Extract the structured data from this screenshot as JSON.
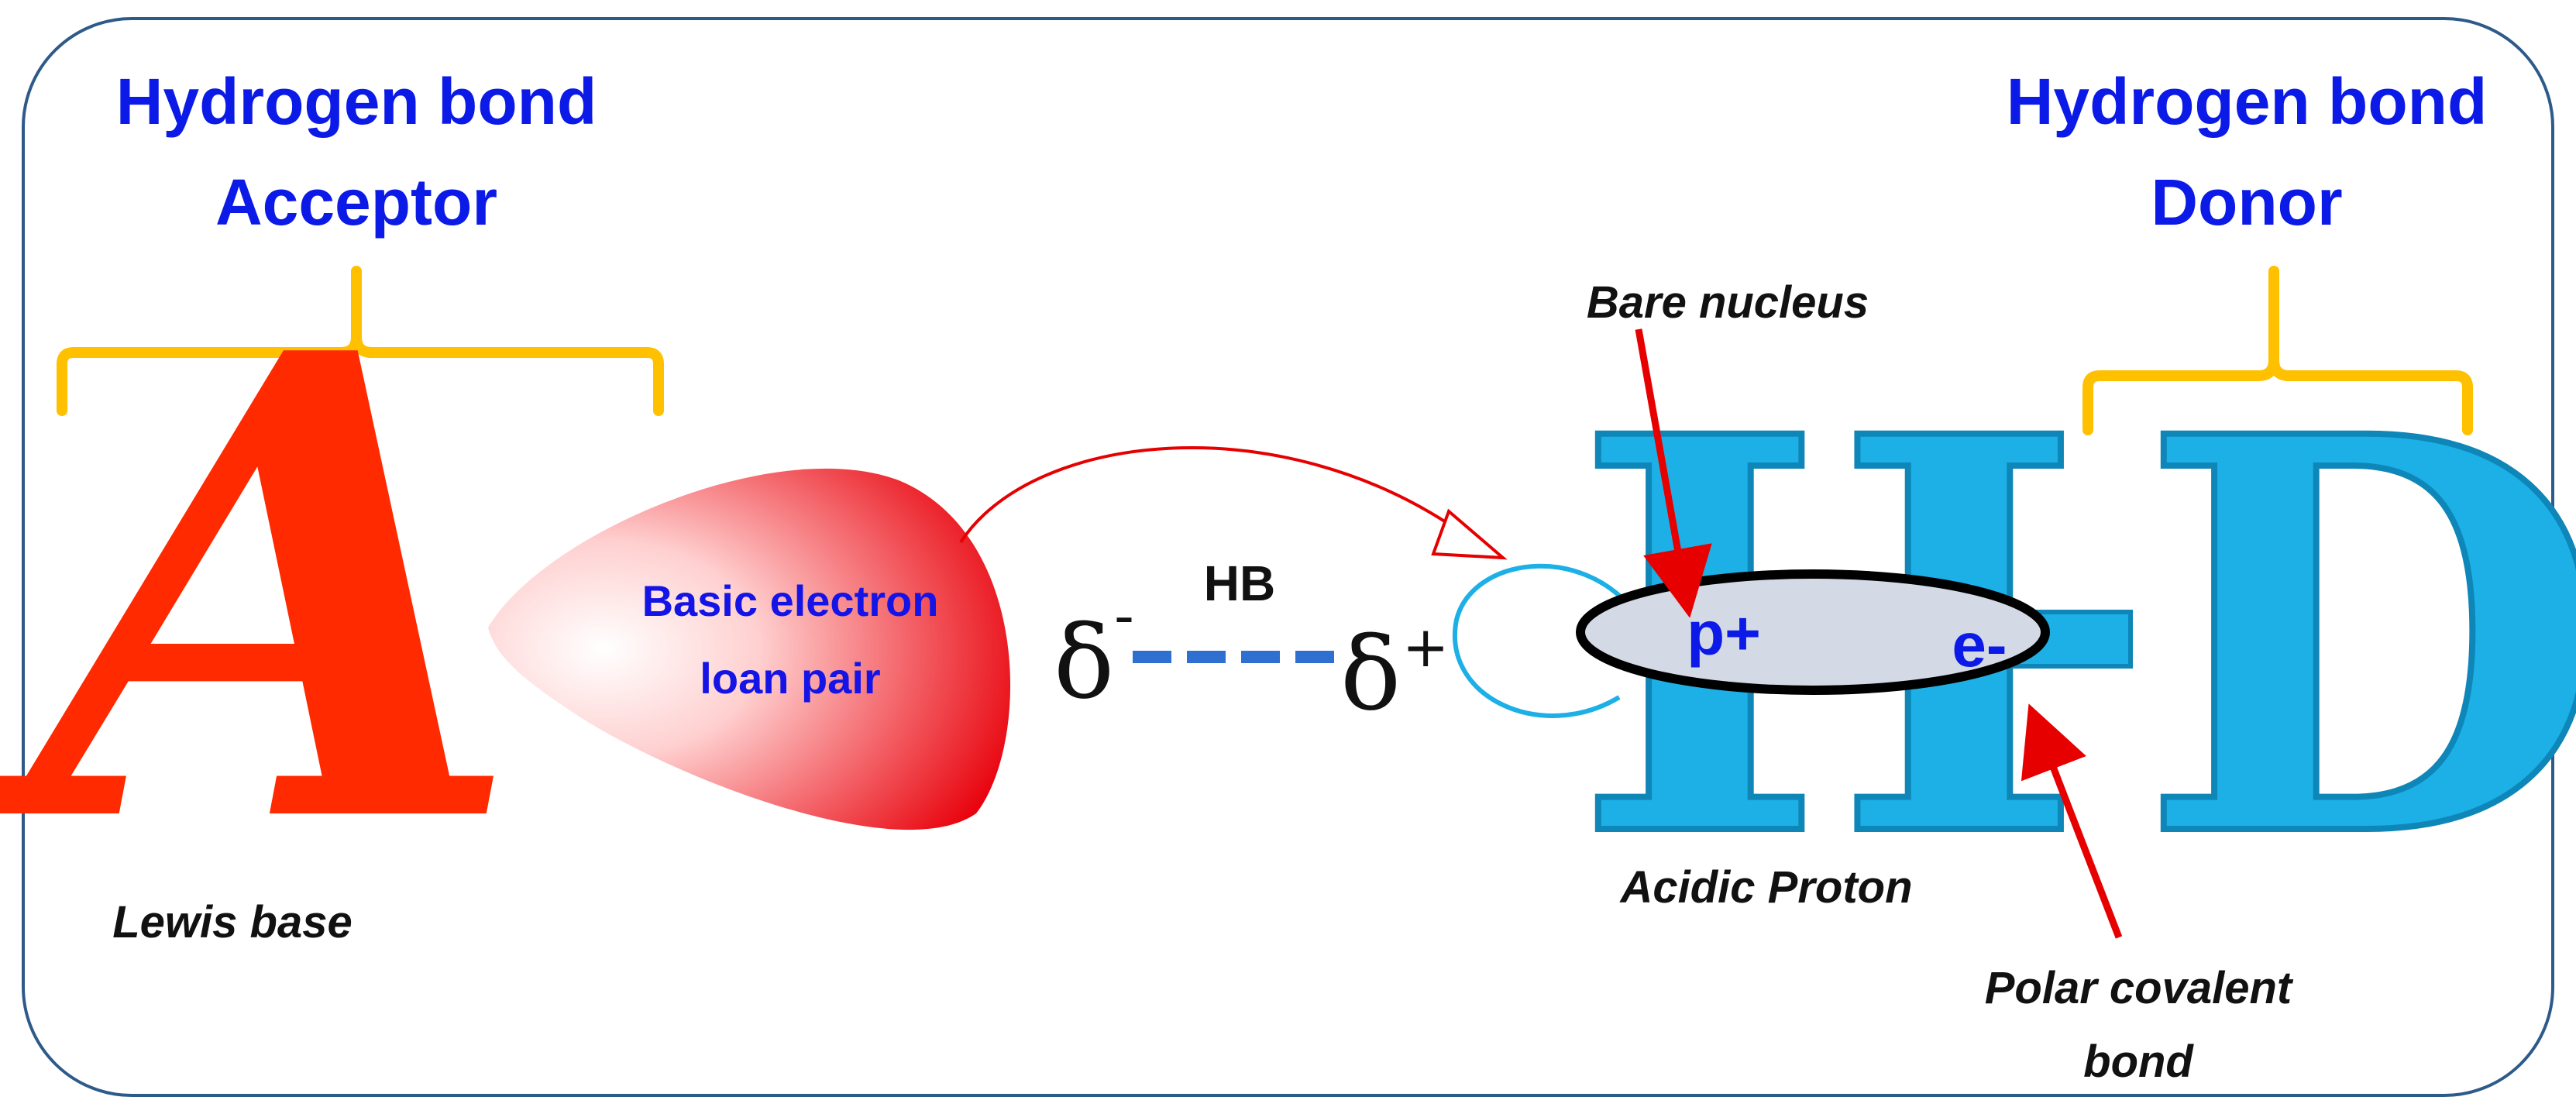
{
  "diagram": {
    "acceptor": {
      "line1": "Hydrogen bond",
      "line2": "Acceptor",
      "letter": "A",
      "caption": "Lewis base"
    },
    "donor": {
      "line1": "Hydrogen bond",
      "line2": "Donor",
      "letter_h": "H",
      "letter_d": "D",
      "dash": "-"
    },
    "lone_pair": {
      "line1": "Basic electron",
      "line2": "loan pair"
    },
    "interaction": {
      "label": "HB",
      "delta": "δ",
      "minus": "-",
      "plus": "+"
    },
    "proton": {
      "p_label": "p+",
      "e_label": "e-"
    },
    "callouts": {
      "bare_nucleus": "Bare nucleus",
      "acidic_proton": "Acidic Proton",
      "polar_line1": "Polar covalent",
      "polar_line2": "bond"
    },
    "colors": {
      "heading": "#0b1ae6",
      "acceptor_red": "#ff2a00",
      "donor_blue": "#1cb0e6",
      "bracket": "#ffc000",
      "arrow_red": "#e60000",
      "dash_blue": "#2f6fcf"
    }
  }
}
